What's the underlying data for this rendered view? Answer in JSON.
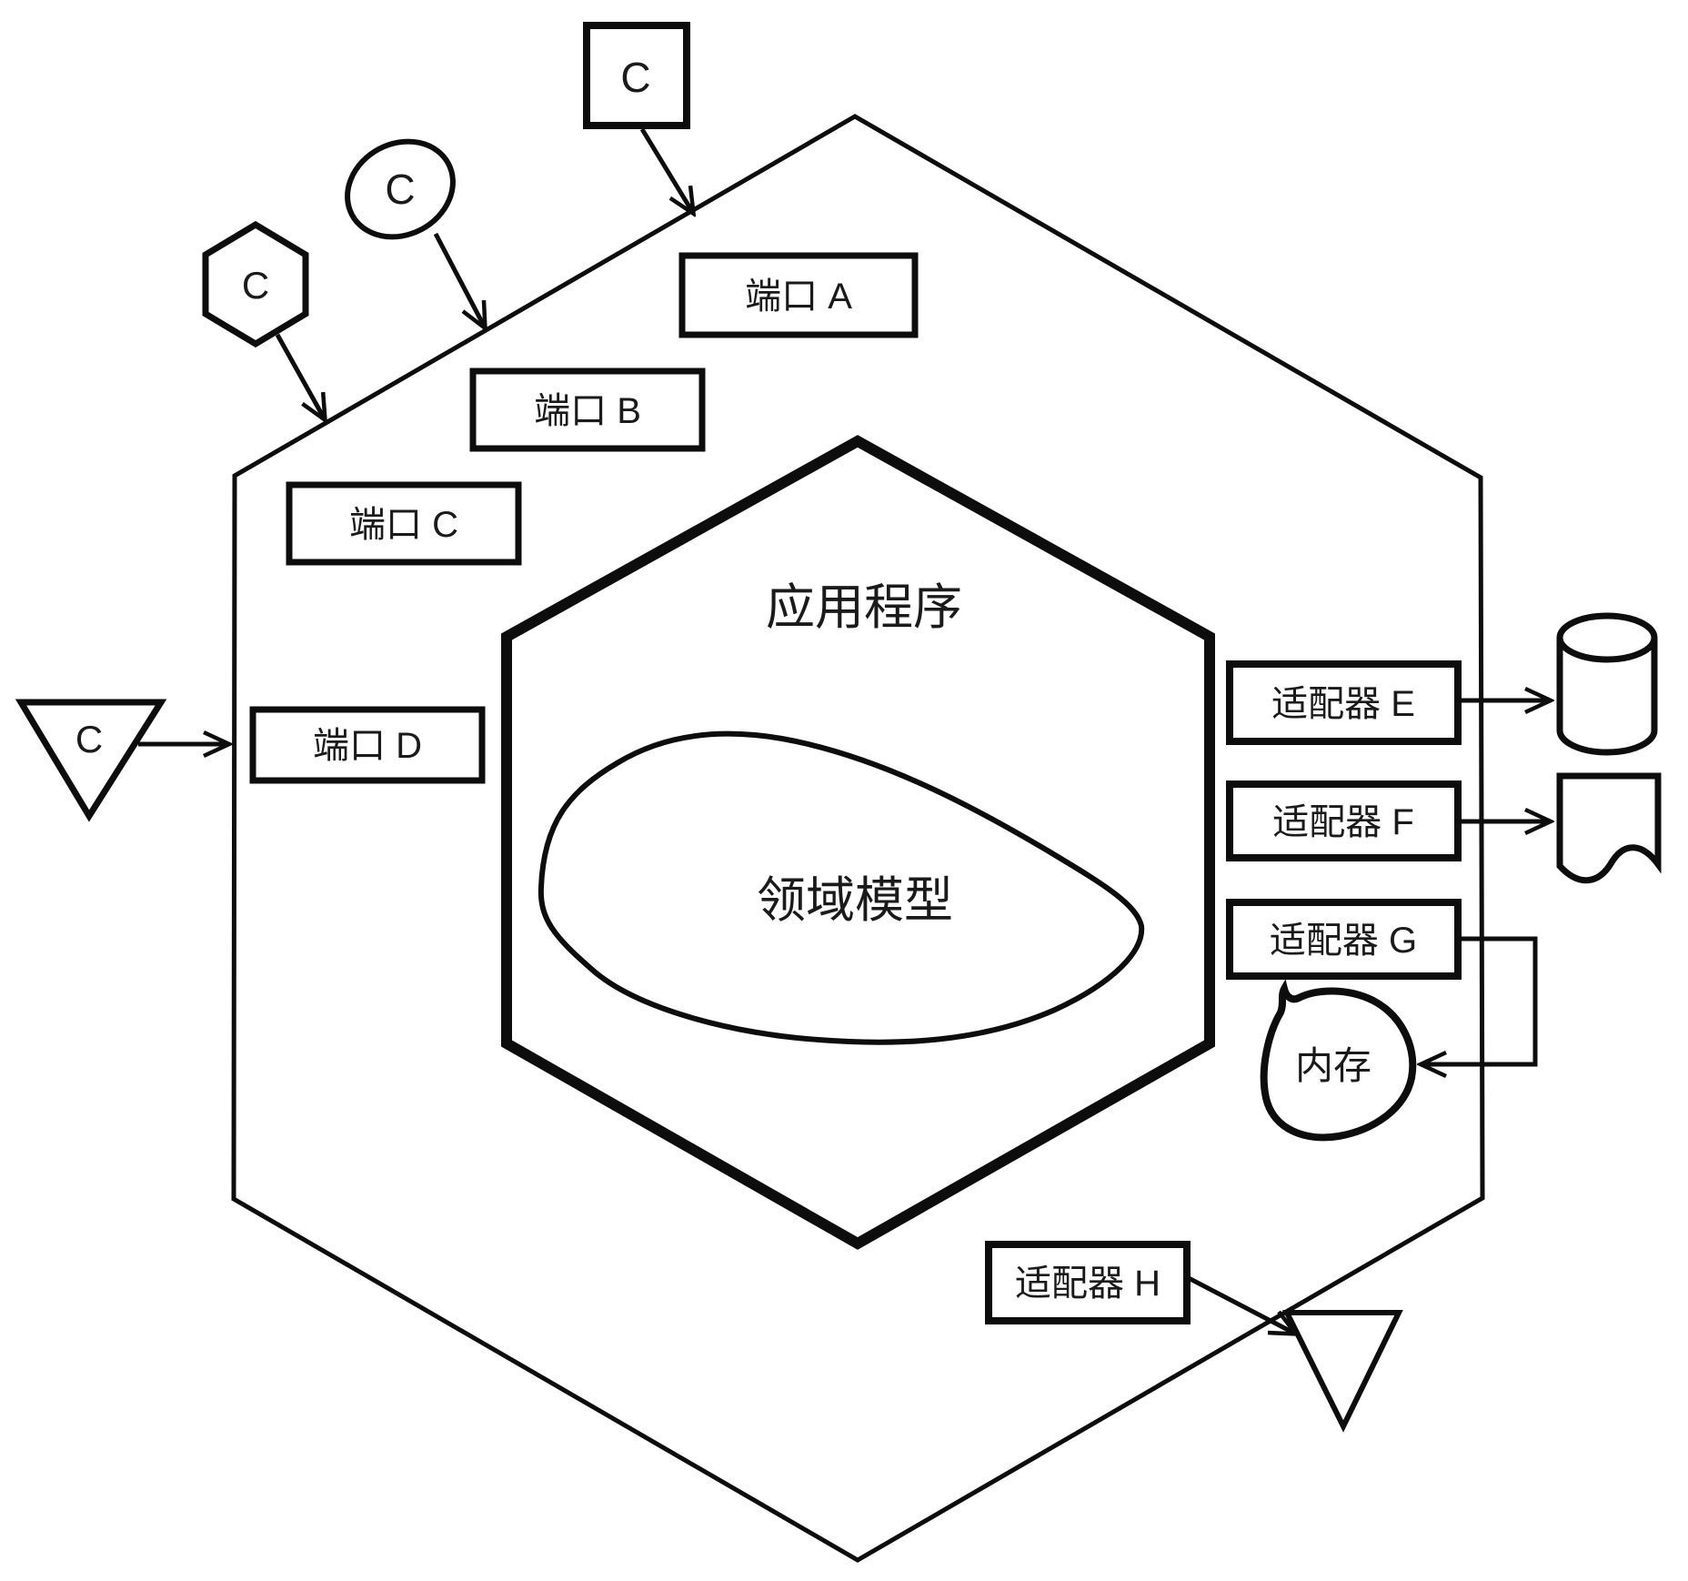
{
  "canvas": {
    "background": "#ffffff",
    "stroke_color": "#0d0d0d"
  },
  "hexagon": {
    "application_label": "应用程序",
    "domain_model_label": "领域模型"
  },
  "ports": [
    {
      "label": "端口 A"
    },
    {
      "label": "端口 B"
    },
    {
      "label": "端口 C"
    },
    {
      "label": "端口 D"
    }
  ],
  "adapters": [
    {
      "label": "适配器 E"
    },
    {
      "label": "适配器 F"
    },
    {
      "label": "适配器 G"
    },
    {
      "label": "适配器 H"
    }
  ],
  "clients": {
    "square_label": "C",
    "ellipse_label": "C",
    "hexagon_label": "C",
    "triangle_label": "C"
  },
  "external": {
    "memory_label": "内存"
  }
}
